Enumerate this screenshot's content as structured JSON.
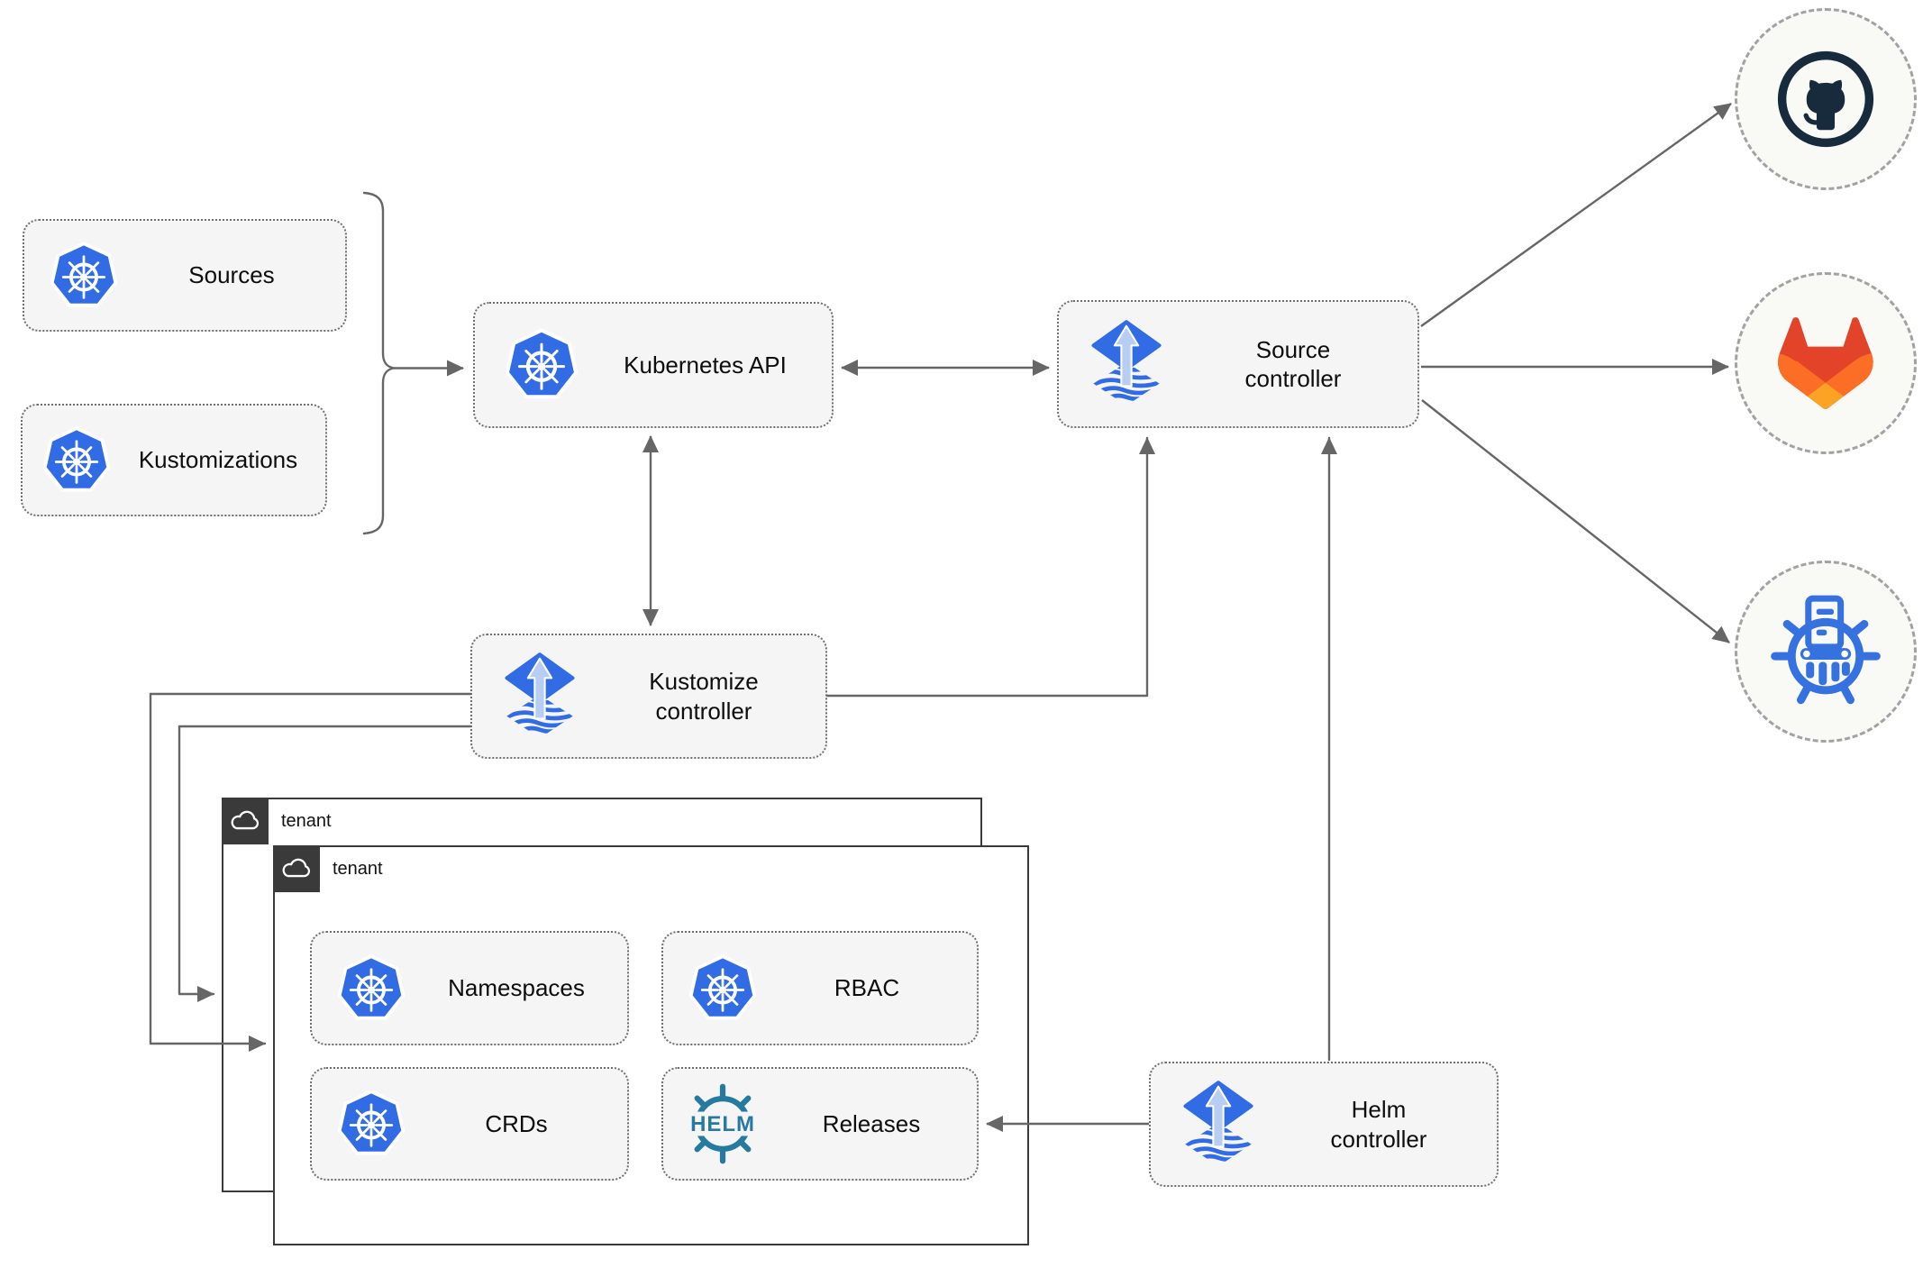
{
  "colors": {
    "box_fill": "#f5f5f5",
    "box_border": "#6e6e6e",
    "line": "#666666",
    "tenant_border": "#3a3a3a",
    "tenant_tab": "#3a3a3a",
    "kubernetes_blue": "#326ce5",
    "flux_blue": "#316ce4",
    "flux_arrow_light": "#b7cdf2",
    "helm_teal": "#277a9f",
    "chartmuseum_blue": "#3671e0",
    "github_dark": "#182b3d",
    "gitlab_red": "#e24329",
    "gitlab_orange": "#fc6d26",
    "gitlab_yellow": "#fca326",
    "circle_fill": "#f9f9f6",
    "circle_border": "#a2a2a2"
  },
  "nodes": {
    "sources": {
      "label": "Sources",
      "icon": "kubernetes"
    },
    "kustomizations": {
      "label": "Kustomizations",
      "icon": "kubernetes"
    },
    "kubernetes_api": {
      "label": "Kubernetes API",
      "icon": "kubernetes"
    },
    "source_controller": {
      "label": "Source\ncontroller",
      "icon": "flux"
    },
    "kustomize_controller": {
      "label": "Kustomize\ncontroller",
      "icon": "flux"
    },
    "helm_controller": {
      "label": "Helm\ncontroller",
      "icon": "flux"
    },
    "tenant_back": {
      "label": "tenant",
      "icon": "cloud"
    },
    "tenant_front": {
      "label": "tenant",
      "icon": "cloud"
    },
    "namespaces": {
      "label": "Namespaces",
      "icon": "kubernetes"
    },
    "rbac": {
      "label": "RBAC",
      "icon": "kubernetes"
    },
    "crds": {
      "label": "CRDs",
      "icon": "kubernetes"
    },
    "releases": {
      "label": "Releases",
      "icon": "helm"
    }
  },
  "logos": {
    "helm_text": "HELM"
  },
  "icons": {
    "kubernetes": "kubernetes-wheel-icon",
    "flux": "flux-gitops-icon",
    "helm": "helm-wheel-icon",
    "cloud": "cloud-icon",
    "github": "github-octocat-icon",
    "gitlab": "gitlab-tanuki-icon",
    "chartmuseum": "chartmuseum-icon"
  }
}
